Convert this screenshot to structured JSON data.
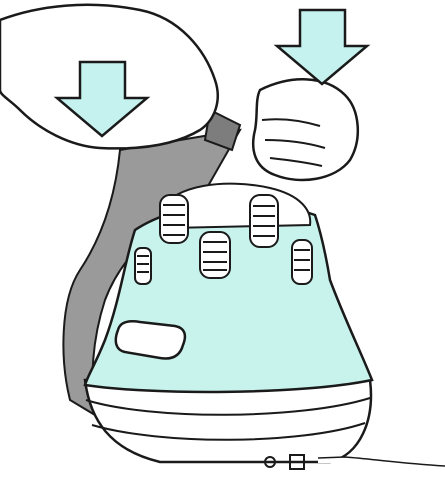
{
  "illustration": {
    "colors": {
      "background": "#ffffff",
      "outline": "#1a1a1a",
      "device_body": "#c8f3ec",
      "device_base": "#ffffff",
      "strap": "#9a9a9a",
      "strap_shadow": "#7d7d7d",
      "hand_fill": "#ffffff",
      "arrow_fill": "#c5f2ef",
      "massage_head": "#ffffff"
    },
    "arrows": [
      {
        "name": "press-down-arrow-left",
        "direction": "down"
      },
      {
        "name": "press-down-arrow-right",
        "direction": "down"
      }
    ],
    "icons": [
      "down-arrow-icon",
      "power-port-icon",
      "dc-jack-icon"
    ]
  }
}
